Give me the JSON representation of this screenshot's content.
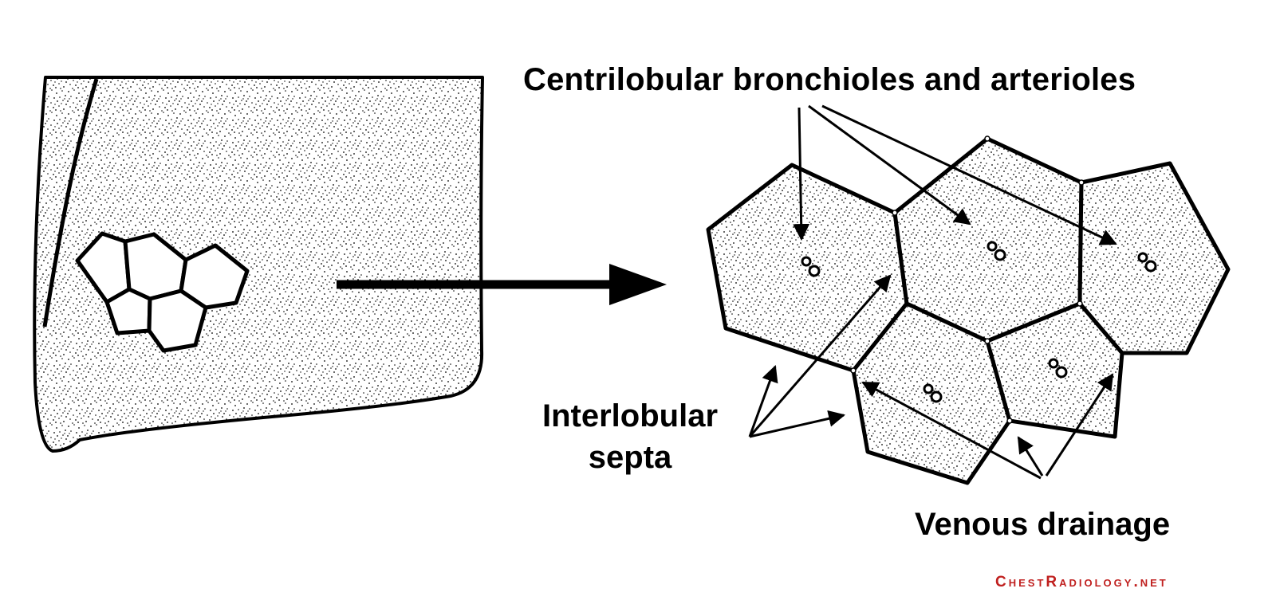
{
  "labels": {
    "centrilobular": "Centrilobular bronchioles and arterioles",
    "interlobular_line1": "Interlobular",
    "interlobular_line2": "septa",
    "venous": "Venous drainage"
  },
  "credit": "ChestRadiology.net",
  "colors": {
    "ink": "#000000",
    "paper": "#ffffff",
    "credit": "#c0201f"
  }
}
